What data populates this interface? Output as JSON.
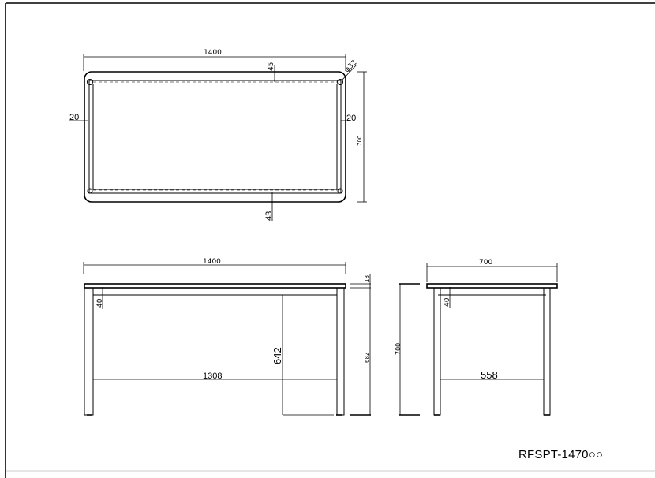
{
  "drawing": {
    "model_number": "RFSPT-1470○○",
    "top_view": {
      "width_label": "1400",
      "depth_label": "700",
      "edge_top_label": "45",
      "edge_bottom_label": "43",
      "left_inset_label": "20",
      "right_inset_label": "20",
      "diameter_label": "φ32"
    },
    "front_view": {
      "width_label": "1400",
      "top_thickness_label": "18",
      "apron_label": "40",
      "leg_height_label": "642",
      "inner_span_label": "1308",
      "body_height_label": "682"
    },
    "side_view": {
      "depth_label": "700",
      "total_height_label": "700",
      "apron_label": "40",
      "inner_span_label": "558"
    }
  }
}
